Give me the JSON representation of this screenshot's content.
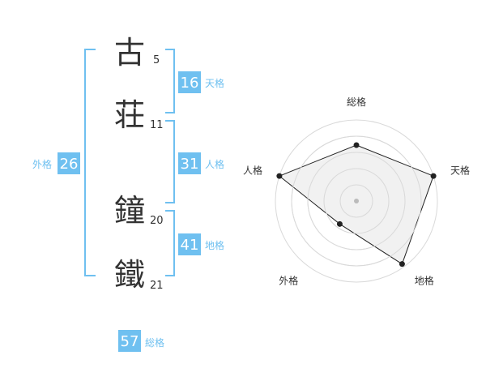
{
  "name": {
    "chars": [
      {
        "char": "古",
        "strokes": "5"
      },
      {
        "char": "荘",
        "strokes": "11"
      },
      {
        "char": "鐘",
        "strokes": "20"
      },
      {
        "char": "鐵",
        "strokes": "21"
      }
    ]
  },
  "kaku": {
    "tenkaku": {
      "value": "16",
      "label": "天格"
    },
    "jinkaku": {
      "value": "31",
      "label": "人格"
    },
    "chikaku": {
      "value": "41",
      "label": "地格"
    },
    "gaikaku": {
      "value": "26",
      "label": "外格"
    },
    "soukaku": {
      "value": "57",
      "label": "総格"
    }
  },
  "radar": {
    "axes": [
      {
        "label": "総格",
        "value": 0.69
      },
      {
        "label": "天格",
        "value": 1.0
      },
      {
        "label": "地格",
        "value": 0.96
      },
      {
        "label": "外格",
        "value": 0.35
      },
      {
        "label": "人格",
        "value": 1.0
      }
    ]
  },
  "colors": {
    "accent": "#6fc0f0",
    "badge_text": "#ffffff",
    "label": "#6fc0f0",
    "char": "#333333",
    "radar_fill": "#efefef",
    "radar_grid": "#d9d9d9",
    "radar_line": "#222222",
    "center_dot": "#bbbbbb"
  }
}
